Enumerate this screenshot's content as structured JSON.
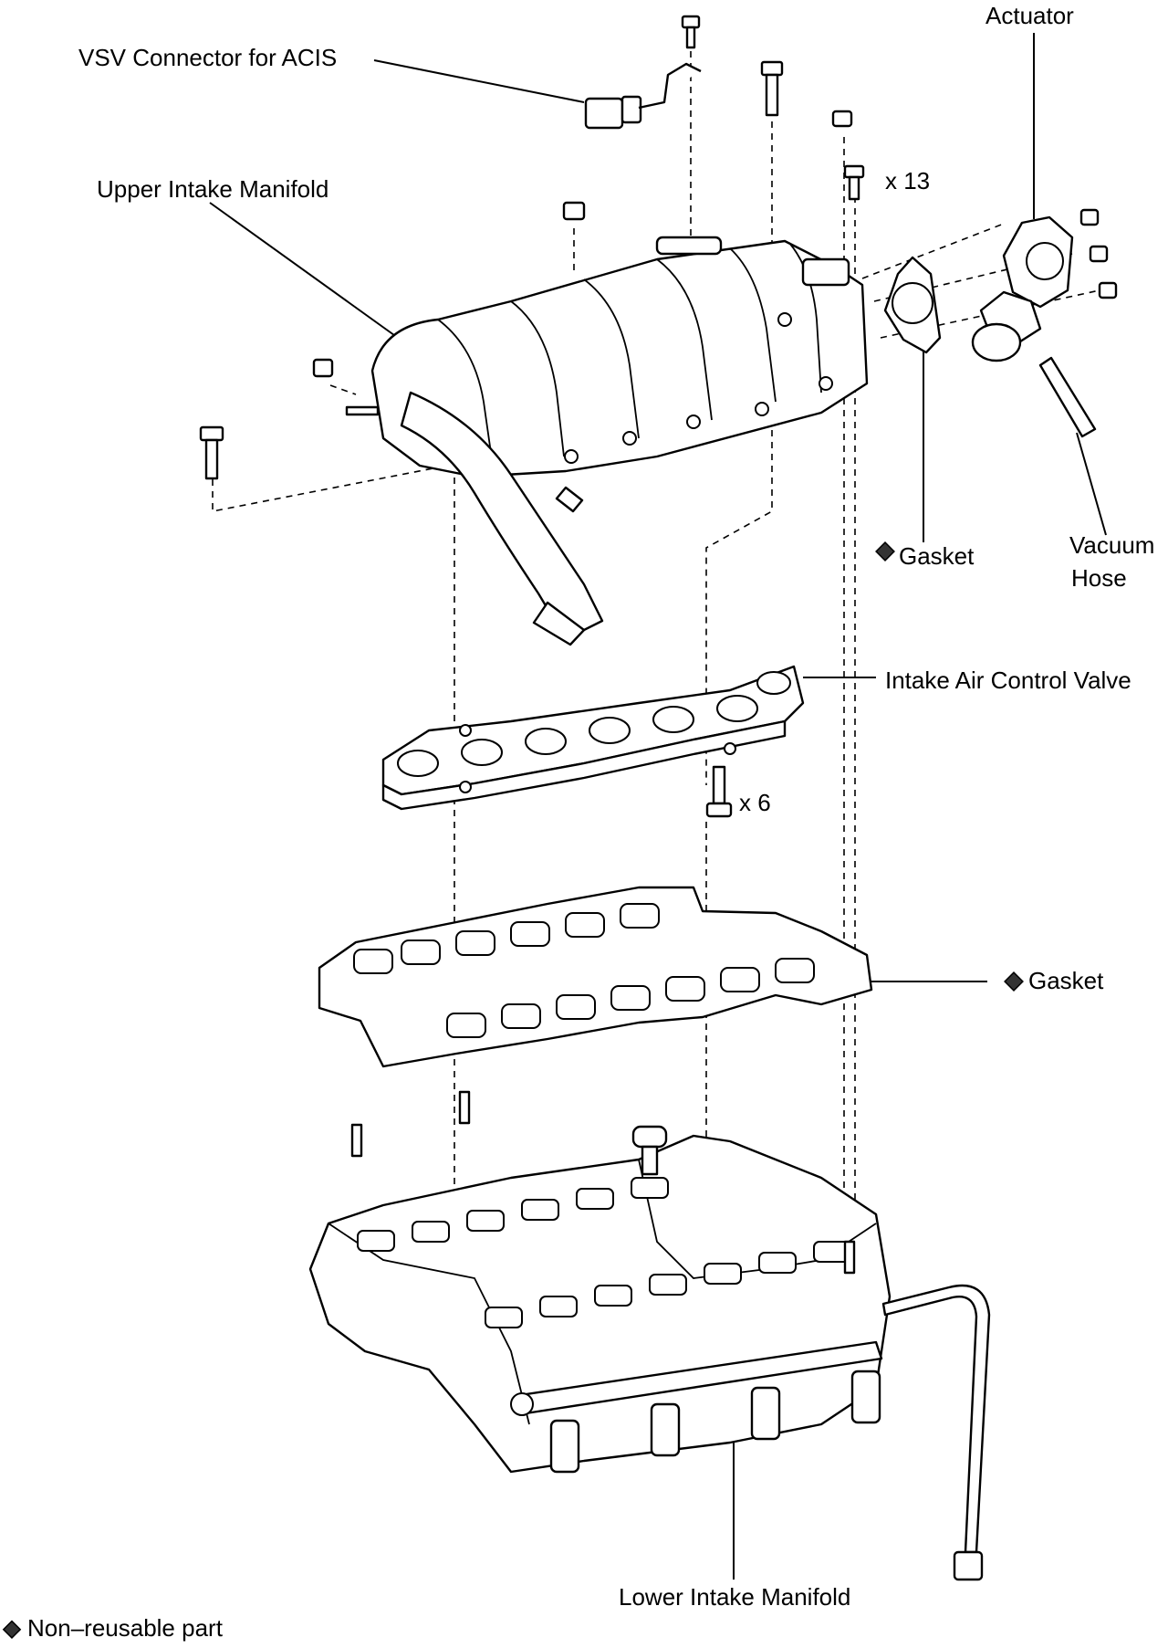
{
  "labels": {
    "actuator": "Actuator",
    "vsv_connector": "VSV Connector for ACIS",
    "upper_manifold": "Upper Intake Manifold",
    "x13": "x 13",
    "gasket_upper": "Gasket",
    "vacuum_hose_line1": "Vacuum",
    "vacuum_hose_line2": "Hose",
    "intake_air_control_valve": "Intake Air Control Valve",
    "x6": "x 6",
    "gasket_lower": "Gasket",
    "lower_manifold": "Lower Intake Manifold"
  },
  "legend": {
    "non_reusable": "Non–reusable part"
  },
  "icons": {
    "non_reusable_marker": "black-diamond-icon"
  }
}
